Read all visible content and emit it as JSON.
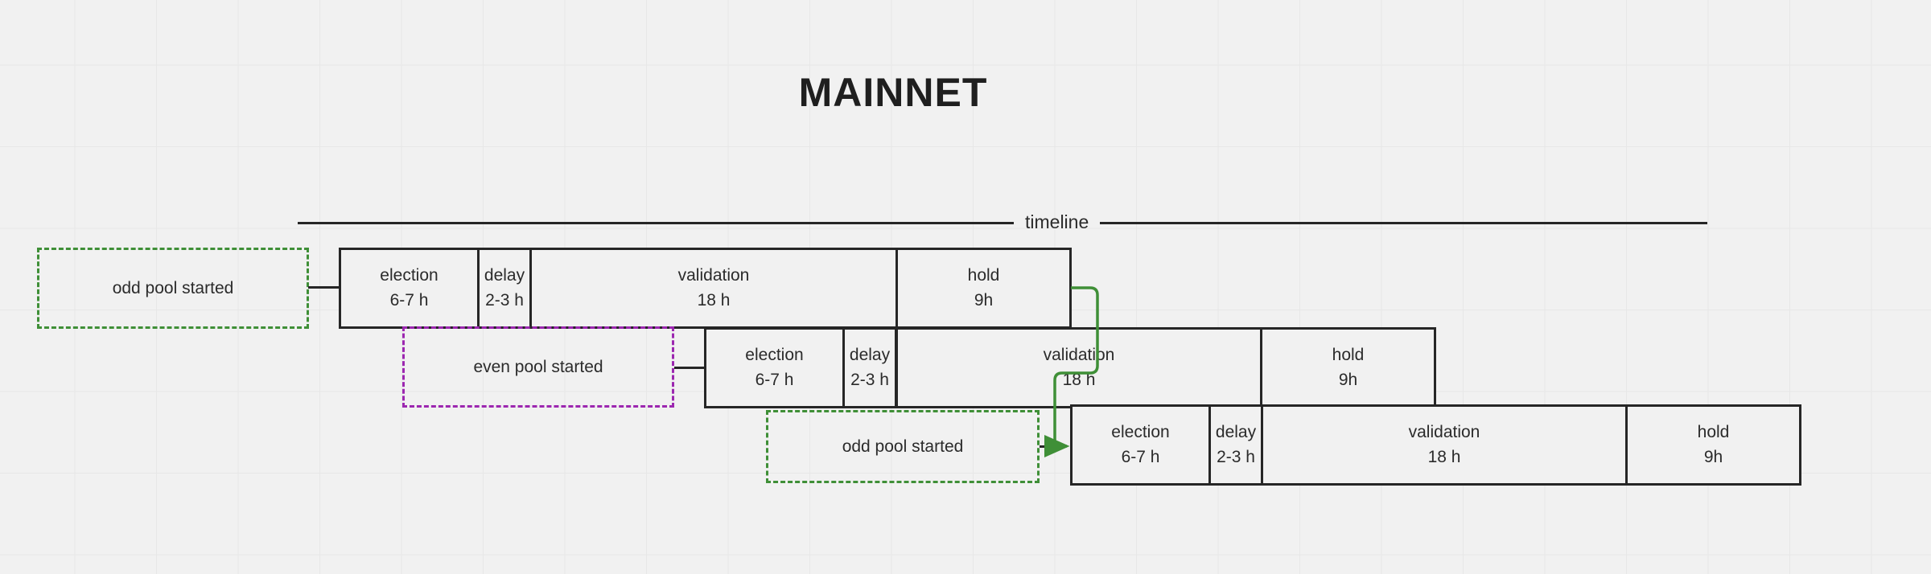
{
  "page": {
    "title": "MAINNET",
    "background_color": "#f1f1f1",
    "grid_color": "#e7e7e7"
  },
  "axis": {
    "label": "timeline",
    "color": "#262626"
  },
  "colors": {
    "box_border": "#262626",
    "box_fill": "#f1f1f1",
    "text": "#2b2b2b",
    "green": "#3f8f37",
    "purple": "#9c27b0"
  },
  "rows": [
    {
      "id": "row-1",
      "phases": [
        {
          "name": "election",
          "duration": "6-7 h"
        },
        {
          "name": "delay",
          "duration": "2-3 h"
        },
        {
          "name": "validation",
          "duration": "18 h"
        },
        {
          "name": "hold",
          "duration": "9h"
        }
      ]
    },
    {
      "id": "row-2",
      "phases": [
        {
          "name": "election",
          "duration": "6-7 h"
        },
        {
          "name": "delay",
          "duration": "2-3 h"
        },
        {
          "name": "validation",
          "duration": "18 h"
        },
        {
          "name": "hold",
          "duration": "9h"
        }
      ]
    },
    {
      "id": "row-3",
      "phases": [
        {
          "name": "election",
          "duration": "6-7 h"
        },
        {
          "name": "delay",
          "duration": "2-3 h"
        },
        {
          "name": "validation",
          "duration": "18 h"
        },
        {
          "name": "hold",
          "duration": "9h"
        }
      ]
    }
  ],
  "notes": [
    {
      "id": "note-1",
      "label": "odd pool started",
      "style": "green"
    },
    {
      "id": "note-2",
      "label": "even pool started",
      "style": "purple"
    },
    {
      "id": "note-3",
      "label": "odd pool started",
      "style": "green"
    }
  ]
}
